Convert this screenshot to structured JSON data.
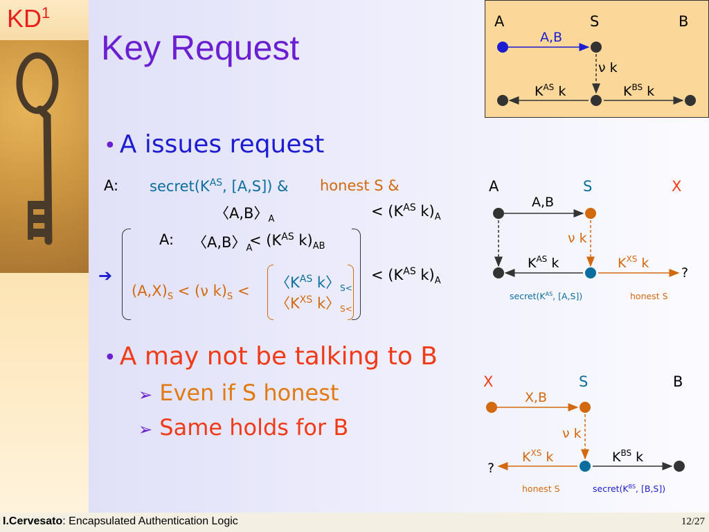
{
  "sidebar": {
    "kd_label": "KD",
    "kd_sup": "1"
  },
  "title": "Key Request",
  "bullets": {
    "b1": "A issues request",
    "b2": "A may not be talking to B",
    "sub1": "Even if S honest",
    "sub2": "Same holds for B"
  },
  "formula": {
    "line1_a": "A:",
    "line1_secret_pre": "secret(K",
    "line1_secret_sup": "AS",
    "line1_secret_post": ", [A,S]) &",
    "line1_honest": "honest S &",
    "line2_ab": "〈A,B〉",
    "line2_ab_sub": "A",
    "line2_right_pre": "< (K",
    "line2_right_sup": "AS",
    "line2_right_post": " k)",
    "line2_right_sub": "A",
    "line3_a": "A:",
    "line3_ab": "〈A,B〉",
    "line3_ab_sub": "A",
    "line3_mid": "< (K",
    "line3_mid_sup": "AS",
    "line3_mid_post": " k)",
    "line3_mid_sub": "AB",
    "arrow": "➔",
    "line4_ax": "(A,X)",
    "line4_ax_sub": "S",
    "line4_nu": " < (ν k)",
    "line4_nu_sub": "S",
    "line4_lt": " <",
    "inner1_pre": "〈K",
    "inner1_sup": "AS",
    "inner1_post": " k〉",
    "inner1_sub": "S<",
    "inner2_pre": "〈K",
    "inner2_sup": "XS",
    "inner2_post": " k〉",
    "inner2_sub": "S<",
    "line4_right_pre": "< (K",
    "line4_right_sup": "AS",
    "line4_right_post": " k)",
    "line4_right_sub": "A"
  },
  "diagram_top": {
    "a": "A",
    "s": "S",
    "b": "B",
    "ab_msg": "A,B",
    "nu_k": "ν k",
    "kas_k": "K",
    "kas_sup": "AS",
    "k1": " k",
    "kbs_k": "K",
    "kbs_sup": "BS",
    "k2": " k"
  },
  "diagram_mid": {
    "a": "A",
    "s": "S",
    "x": "X",
    "ab_msg": "A,B",
    "nu_k": "ν k",
    "kas_k": "K",
    "kas_sup": "AS",
    "k1": " k",
    "kxs_k": "K",
    "kxs_sup": "XS",
    "k2": " k",
    "q": "?",
    "secret": "secret(K",
    "secret_sup": "AS",
    "secret_post": ", [A,S])",
    "honest": "honest S"
  },
  "diagram_bot": {
    "x": "X",
    "s": "S",
    "b": "B",
    "xb_msg": "X,B",
    "nu_k": "ν k",
    "kxs_k": "K",
    "kxs_sup": "XS",
    "k1": " k",
    "kbs_k": "K",
    "kbs_sup": "BS",
    "k2": " k",
    "q": "?",
    "honest": "honest S",
    "secret": "secret(K",
    "secret_sup": "BS",
    "secret_post": ", [B,S])"
  },
  "footer": {
    "author": "I.Cervesato",
    "subtitle": ": Encapsulated Authentication Logic",
    "page": "12/27"
  },
  "colors": {
    "title": "#6a1fd0",
    "blue": "#1c1cd0",
    "red": "#f03a18",
    "orange": "#d2690f",
    "teal": "#0b6e9e",
    "box": "#fbd89a"
  }
}
